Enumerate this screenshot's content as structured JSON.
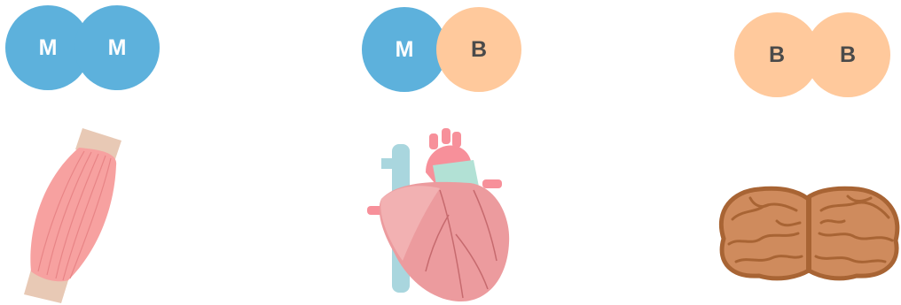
{
  "colors": {
    "m_circle": "#5db1dc",
    "b_circle": "#ffc99c",
    "muscle": "#f7a1a0",
    "heart": "#f0a2a2",
    "brain": "#cf8b5d",
    "brain_outline": "#a86434"
  },
  "groups": [
    {
      "organ": "muscle-icon",
      "circles": [
        {
          "label": "M",
          "kind": "m"
        },
        {
          "label": "M",
          "kind": "m"
        }
      ]
    },
    {
      "organ": "heart-icon",
      "circles": [
        {
          "label": "M",
          "kind": "m"
        },
        {
          "label": "B",
          "kind": "b"
        }
      ]
    },
    {
      "organ": "brain-icon",
      "circles": [
        {
          "label": "B",
          "kind": "b"
        },
        {
          "label": "B",
          "kind": "b"
        }
      ]
    }
  ]
}
